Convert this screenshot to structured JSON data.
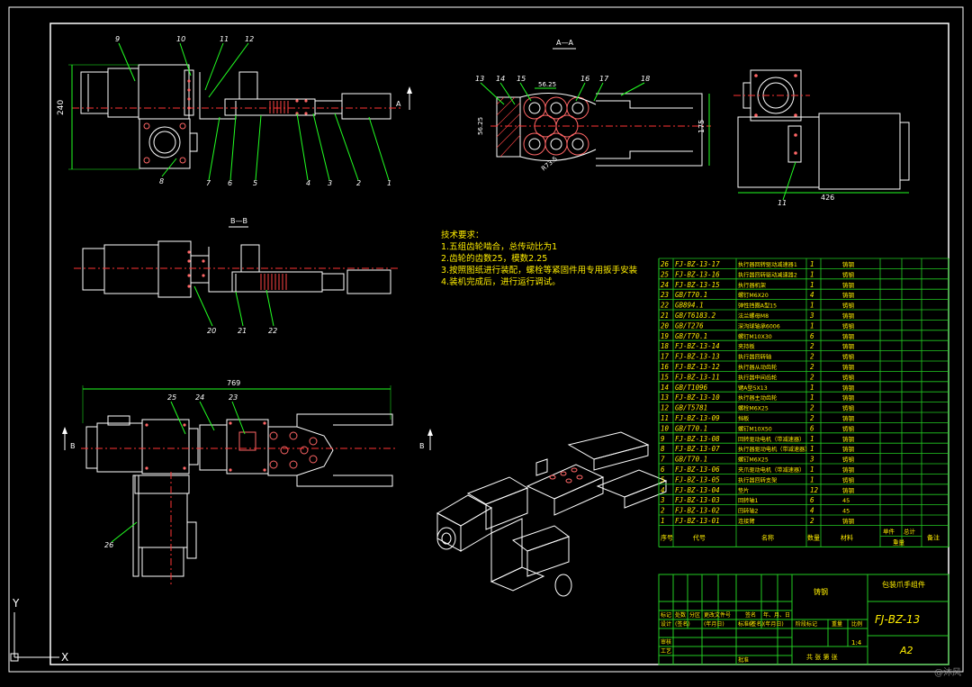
{
  "colors": {
    "frame": "#ffffff",
    "part": "#ffffff",
    "dimension": "#22ff22",
    "leader": "#22ff22",
    "centerline": "#ff3333",
    "hole": "#ff6666",
    "hatch": "#ff4444",
    "table": "#22cc22",
    "text": "#ffee00"
  },
  "drawing_labels": {
    "section_aa": "A—A",
    "section_bb": "B—B",
    "view_mark_a": "A",
    "view_mark_b": "B",
    "dim_240": "240",
    "dim_175": "175",
    "dim_426": "426",
    "dim_769": "769",
    "dim_56": "56.25",
    "dim_56b": "56.25",
    "dim_r73": "R73.5",
    "axis_y": "Y",
    "axis_x": "X",
    "balloons_top": [
      "9",
      "10",
      "11",
      "12",
      "1",
      "2",
      "3",
      "4",
      "5",
      "6",
      "7",
      "8"
    ],
    "balloons_section": [
      "13",
      "14",
      "15",
      "16",
      "17",
      "18"
    ],
    "balloon_right": "11",
    "balloons_bb": [
      "20",
      "21",
      "22"
    ],
    "balloons_bottom": [
      "25",
      "24",
      "23",
      "26"
    ]
  },
  "tech_requirements": {
    "title": "技术要求：",
    "items": [
      "1.五组齿轮啮合，总传动比为1",
      "2.齿轮的齿数25，模数2.25",
      "3.按照图纸进行装配，螺栓等紧固件用专用扳手安装",
      "4.装机完成后，进行运行调试。"
    ]
  },
  "bom": {
    "rows": [
      [
        "26",
        "FJ-BZ-13-17",
        "执行器回转驱动减速器1",
        "1",
        "",
        "铸钢",
        "",
        ""
      ],
      [
        "25",
        "FJ-BZ-13-16",
        "执行器回转驱动减速器2",
        "1",
        "",
        "铸钢",
        "",
        ""
      ],
      [
        "24",
        "FJ-BZ-13-15",
        "执行器机架",
        "1",
        "",
        "铸钢",
        "",
        ""
      ],
      [
        "23",
        "GB/T70.1",
        "螺钉M6X20",
        "4",
        "",
        "铸钢",
        "",
        ""
      ],
      [
        "22",
        "GB894.1",
        "弹性挡圈A型15",
        "1",
        "",
        "铸钢",
        "",
        ""
      ],
      [
        "21",
        "GB/T6183.2",
        "法兰螺母M8",
        "3",
        "",
        "铸钢",
        "",
        ""
      ],
      [
        "20",
        "GB/T276",
        "深沟球轴承6006",
        "1",
        "",
        "铸钢",
        "",
        ""
      ],
      [
        "19",
        "GB/T70.1",
        "螺钉M10X30",
        "6",
        "",
        "铸钢",
        "",
        ""
      ],
      [
        "18",
        "FJ-BZ-13-14",
        "夹持板",
        "2",
        "",
        "铸钢",
        "",
        ""
      ],
      [
        "17",
        "FJ-BZ-13-13",
        "执行器回转轴",
        "2",
        "",
        "铸钢",
        "",
        ""
      ],
      [
        "16",
        "FJ-BZ-13-12",
        "执行器从动齿轮",
        "2",
        "",
        "铸钢",
        "",
        ""
      ],
      [
        "15",
        "FJ-BZ-13-11",
        "执行器中间齿轮",
        "2",
        "",
        "铸钢",
        "",
        ""
      ],
      [
        "14",
        "GB/T1096",
        "键A型5X13",
        "1",
        "",
        "铸钢",
        "",
        ""
      ],
      [
        "13",
        "FJ-BZ-13-10",
        "执行器主动齿轮",
        "1",
        "",
        "铸钢",
        "",
        ""
      ],
      [
        "12",
        "GB/T5781",
        "螺栓M6X25",
        "2",
        "",
        "铸钢",
        "",
        ""
      ],
      [
        "11",
        "FJ-BZ-13-09",
        "挡板",
        "2",
        "",
        "铸钢",
        "",
        ""
      ],
      [
        "10",
        "GB/T70.1",
        "螺钉M10X50",
        "6",
        "",
        "铸钢",
        "",
        ""
      ],
      [
        "9",
        "FJ-BZ-13-08",
        "回转驱动电机（带减速器）",
        "1",
        "",
        "铸钢",
        "",
        ""
      ],
      [
        "8",
        "FJ-BZ-13-07",
        "执行器驱动电机（带减速器）",
        "1",
        "",
        "铸钢",
        "",
        ""
      ],
      [
        "7",
        "GB/T70.1",
        "螺钉M6X25",
        "3",
        "",
        "铸钢",
        "",
        ""
      ],
      [
        "6",
        "FJ-BZ-13-06",
        "夹爪驱动电机（带减速器）",
        "1",
        "",
        "铸钢",
        "",
        ""
      ],
      [
        "5",
        "FJ-BZ-13-05",
        "执行器回转支架",
        "1",
        "",
        "铸钢",
        "",
        ""
      ],
      [
        "4",
        "FJ-BZ-13-04",
        "垫片",
        "12",
        "",
        "铸钢",
        "",
        ""
      ],
      [
        "3",
        "FJ-BZ-13-03",
        "回转轴1",
        "6",
        "",
        "45",
        "",
        ""
      ],
      [
        "2",
        "FJ-BZ-13-02",
        "回转轴2",
        "4",
        "",
        "45",
        "",
        ""
      ],
      [
        "1",
        "FJ-BZ-13-01",
        "连接臂",
        "2",
        "",
        "铸钢",
        "",
        ""
      ]
    ],
    "header": {
      "seq": "序号",
      "code": "代号",
      "name": "名称",
      "qty": "数量",
      "material": "材料",
      "unit_weight": "单件",
      "total_weight": "总计",
      "weight": "重量",
      "remark": "备注"
    }
  },
  "title_block": {
    "material": "铸钢",
    "title": "包装爪手组件",
    "drawing_no": "FJ-BZ-13",
    "scale": "1:4",
    "size": "A2",
    "sheet": "共 张 第 张",
    "labels": {
      "mark": "标记",
      "count": "处数",
      "zone": "分区",
      "change_doc": "更改文件号",
      "sign": "签名",
      "date": "年、月、日",
      "design": "设计",
      "design_sign": "(签名)",
      "design_date": "(年月日)",
      "standard": "标准化",
      "std_sign": "(签名)",
      "std_date": "(年月日)",
      "stage": "阶段标记",
      "weight": "重量",
      "ratio": "比例",
      "review": "审核",
      "process": "工艺",
      "approve": "批准"
    }
  },
  "watermark": "@沐风"
}
